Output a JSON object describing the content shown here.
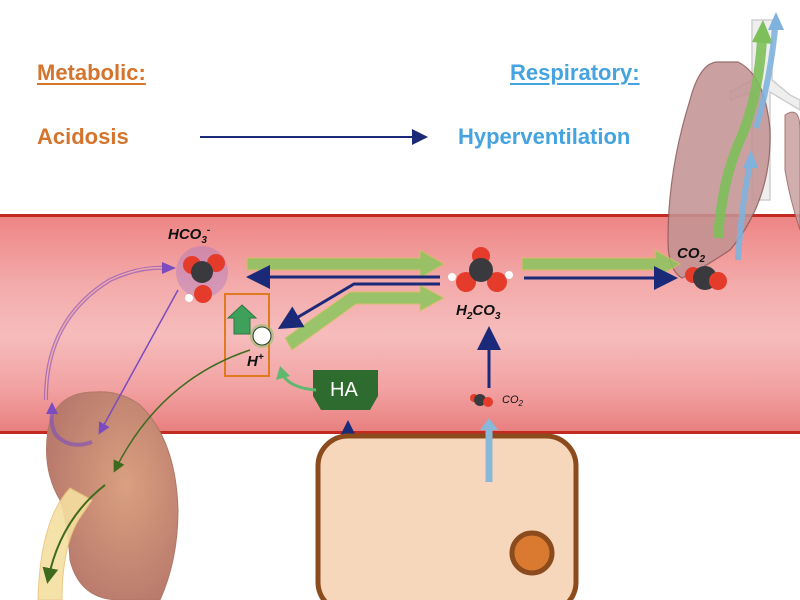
{
  "header": {
    "metabolic_title": "Metabolic:",
    "metabolic_condition": "Acidosis",
    "respiratory_title": "Respiratory:",
    "respiratory_response": "Hyperventilation"
  },
  "molecules": {
    "bicarbonate": {
      "base": "HCO",
      "sub": "3",
      "sup": "-"
    },
    "hydrogen_ion": {
      "base": "H",
      "sup": "+"
    },
    "carbonic_acid": {
      "pre": "H",
      "sub1": "2",
      "mid": "CO",
      "sub2": "3"
    },
    "co2_exhaled": {
      "base": "CO",
      "sub": "2"
    },
    "co2_tissue": {
      "base": "CO",
      "sub": "2"
    }
  },
  "acid_label": "HA",
  "colors": {
    "metabolic": "#d4742d",
    "respiratory": "#45a3e0",
    "blood_vessel": "#f3a9a9",
    "vessel_border": "#c32a22",
    "reaction_arrow": "#1a2a78",
    "compensation_arrow": "#7dbf5a",
    "acid_box": "#2e6b2e",
    "cell_fill": "#f6d7bb",
    "cell_border": "#8b4b1c",
    "kidney": "#c98a78",
    "lung": "#c9a0a0"
  }
}
